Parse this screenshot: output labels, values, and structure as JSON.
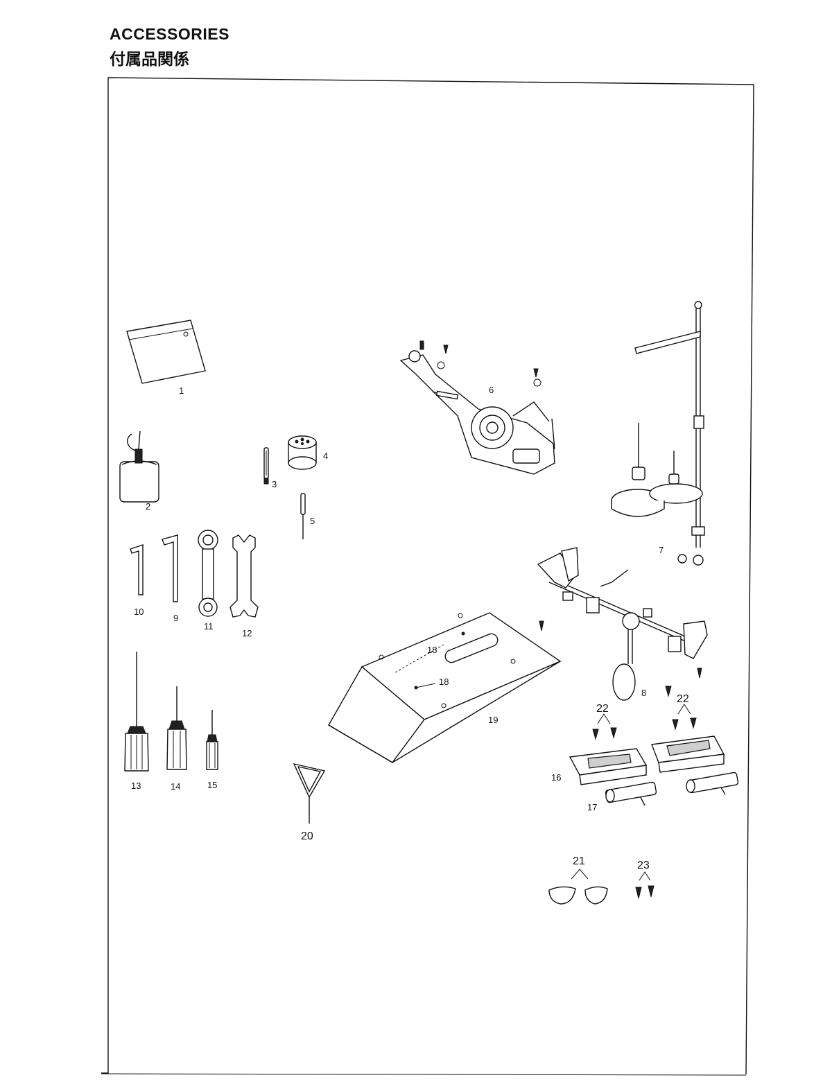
{
  "header": {
    "title_en": "ACCESSORIES",
    "title_jp": "付属品関係"
  },
  "callouts": {
    "c1": "1",
    "c2": "2",
    "c3": "3",
    "c4": "4",
    "c5": "5",
    "c6": "6",
    "c7": "7",
    "c8": "8",
    "c9": "9",
    "c10": "10",
    "c11": "11",
    "c12": "12",
    "c13": "13",
    "c14": "14",
    "c15": "15",
    "c16": "16",
    "c17": "17",
    "c18": "18",
    "c19": "19",
    "c20": "20",
    "c21": "21",
    "c22": "22",
    "c23": "23"
  }
}
